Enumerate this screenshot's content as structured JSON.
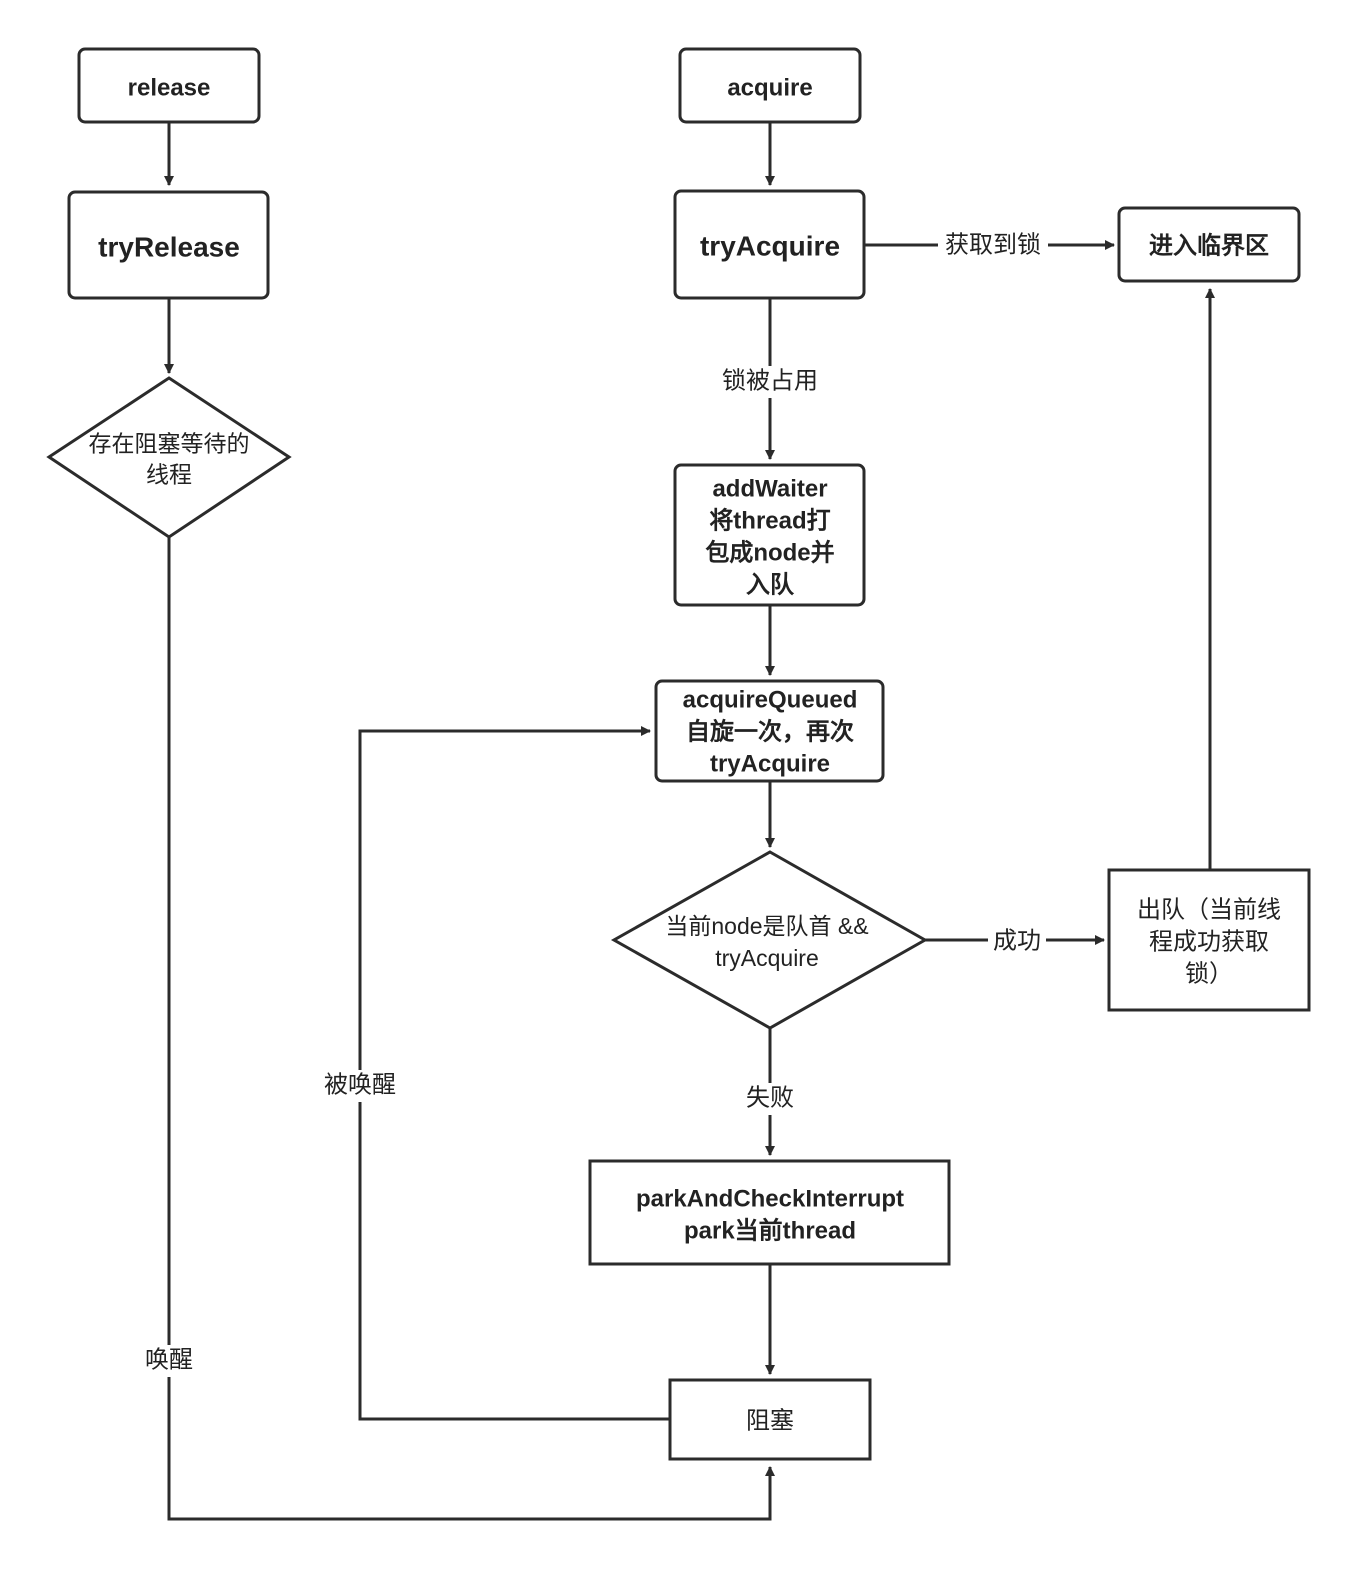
{
  "nodes": {
    "release": {
      "lines": [
        "release"
      ]
    },
    "try_release": {
      "lines": [
        "tryRelease"
      ]
    },
    "has_waiting": {
      "lines": [
        "存在阻塞等待的",
        "线程"
      ]
    },
    "acquire": {
      "lines": [
        "acquire"
      ]
    },
    "try_acquire": {
      "lines": [
        "tryAcquire"
      ]
    },
    "critical": {
      "lines": [
        "进入临界区"
      ]
    },
    "add_waiter": {
      "lines": [
        "addWaiter",
        "将thread打",
        "包成node并",
        "入队"
      ]
    },
    "acquire_queued": {
      "lines": [
        "acquireQueued",
        "自旋一次，再次",
        "tryAcquire"
      ]
    },
    "is_head": {
      "lines": [
        "当前node是队首 &&",
        "tryAcquire"
      ]
    },
    "dequeue": {
      "lines": [
        "出队（当前线",
        "程成功获取",
        "锁）"
      ]
    },
    "park": {
      "lines": [
        "parkAndCheckInterrupt",
        "park当前thread"
      ]
    },
    "blocked": {
      "lines": [
        "阻塞"
      ]
    }
  },
  "edges": {
    "got_lock": "获取到锁",
    "lock_occupied": "锁被占用",
    "success": "成功",
    "fail": "失败",
    "awakened": "被唤醒",
    "wake": "唤醒"
  },
  "colors": {
    "stroke": "#2b2b2b",
    "text": "#222222",
    "background": "#ffffff"
  }
}
